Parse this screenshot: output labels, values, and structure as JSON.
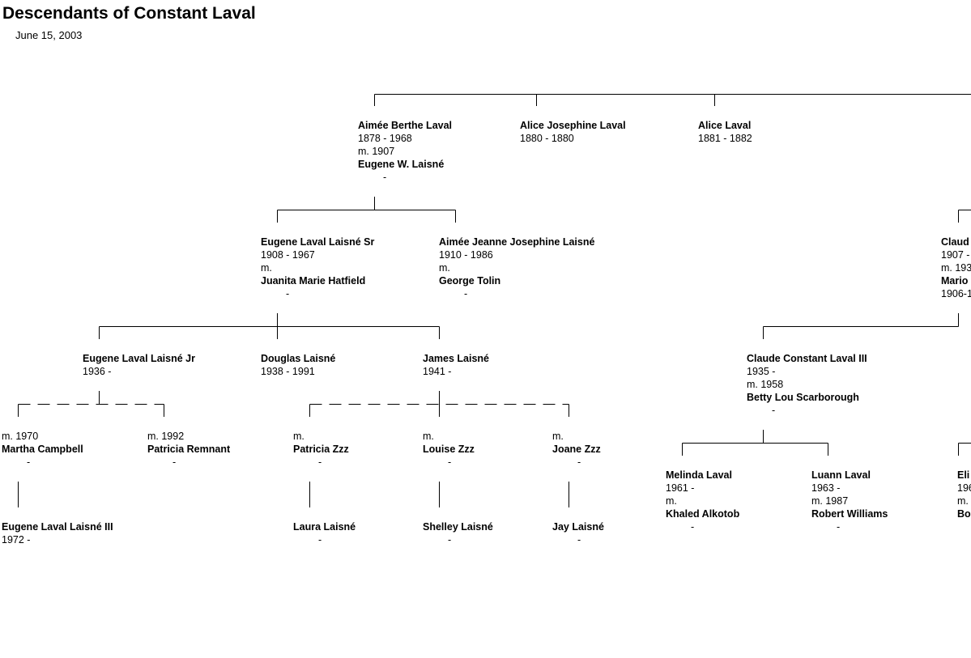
{
  "title": "Descendants of Constant Laval",
  "date": "June 15, 2003",
  "nodes": {
    "aimee_berthe": {
      "name": "Aimée Berthe Laval",
      "dates": "1878 - 1968",
      "marriage": "m. 1907",
      "spouse": "Eugene W. Laisné",
      "spouse_dates": "-"
    },
    "alice_josephine": {
      "name": "Alice Josephine Laval",
      "dates": "1880 - 1880"
    },
    "alice": {
      "name": "Alice Laval",
      "dates": "1881 - 1882"
    },
    "eugene_sr": {
      "name": "Eugene Laval Laisné Sr",
      "dates": "1908 - 1967",
      "marriage": "m.",
      "spouse": "Juanita Marie Hatfield",
      "spouse_dates": "-"
    },
    "aimee_jeanne": {
      "name": "Aimée Jeanne Josephine Laisné",
      "dates": "1910 - 1986",
      "marriage": "m.",
      "spouse": "George Tolin",
      "spouse_dates": "-"
    },
    "claude_jr": {
      "name": "Claud",
      "dates": "1907 -",
      "marriage": "m. 193",
      "spouse": "Mario",
      "spouse_dates": "1906-1"
    },
    "eugene_jr": {
      "name": "Eugene Laval Laisné Jr",
      "dates": "1936 -"
    },
    "douglas": {
      "name": "Douglas Laisné",
      "dates": "1938 - 1991"
    },
    "james": {
      "name": "James Laisné",
      "dates": "1941 -"
    },
    "claude_iii": {
      "name": "Claude Constant Laval III",
      "dates": "1935 -",
      "marriage": "m. 1958",
      "spouse": "Betty Lou Scarborough",
      "spouse_dates": "-"
    },
    "sp_martha": {
      "marriage": "m. 1970",
      "spouse": "Martha Campbell",
      "spouse_dates": "-"
    },
    "sp_patricia_r": {
      "marriage": "m. 1992",
      "spouse": "Patricia Remnant",
      "spouse_dates": "-"
    },
    "sp_patricia_z": {
      "marriage": "m.",
      "spouse": "Patricia Zzz",
      "spouse_dates": "-"
    },
    "sp_louise": {
      "marriage": "m.",
      "spouse": "Louise Zzz",
      "spouse_dates": "-"
    },
    "sp_joane": {
      "marriage": "m.",
      "spouse": "Joane Zzz",
      "spouse_dates": "-"
    },
    "melinda": {
      "name": "Melinda Laval",
      "dates": "1961 -",
      "marriage": "m.",
      "spouse": "Khaled Alkotob",
      "spouse_dates": "-"
    },
    "luann": {
      "name": "Luann Laval",
      "dates": "1963 -",
      "marriage": "m. 1987",
      "spouse": "Robert Williams",
      "spouse_dates": "-"
    },
    "eli": {
      "name": "Eli",
      "dates": "196",
      "marriage": "m.",
      "spouse": "Bo"
    },
    "eugene_iii": {
      "name": "Eugene Laval Laisné III",
      "dates": "1972 -"
    },
    "laura": {
      "name": "Laura Laisné",
      "dates": "-"
    },
    "shelley": {
      "name": "Shelley Laisné",
      "dates": "-"
    },
    "jay": {
      "name": "Jay Laisné",
      "dates": "-"
    }
  }
}
